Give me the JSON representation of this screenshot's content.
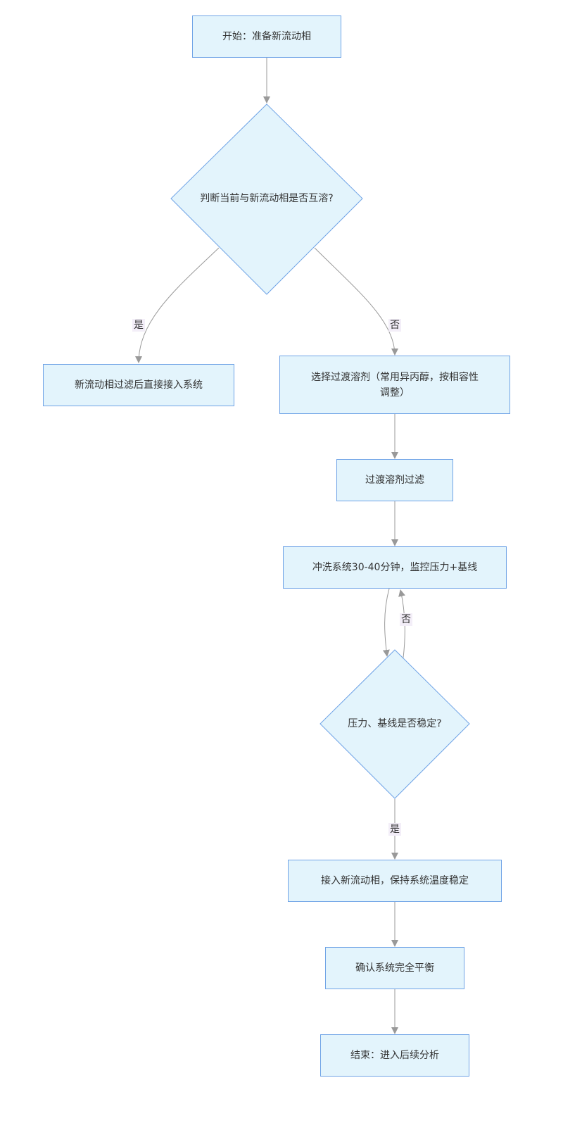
{
  "nodes": {
    "start": "开始：准备新流动相",
    "decision_miscible": "判断当前与新流动相是否互溶?",
    "direct_connect": "新流动相过滤后直接接入系统",
    "choose_transition": "选择过渡溶剂（常用异丙醇，按相容性调整）",
    "filter_transition": "过渡溶剂过滤",
    "flush_system": "冲洗系统30-40分钟，监控压力+基线",
    "decision_stable": "压力、基线是否稳定?",
    "connect_new": "接入新流动相，保持系统温度稳定",
    "confirm_balance": "确认系统完全平衡",
    "end": "结束：进入后续分析"
  },
  "edge_labels": {
    "miscible_yes": "是",
    "miscible_no": "否",
    "stable_no": "否",
    "stable_yes": "是"
  },
  "colors": {
    "node_fill": "#e3f4fc",
    "node_stroke": "#6fa3e6",
    "edge": "#999999",
    "label_bg": "#f3eef8"
  }
}
